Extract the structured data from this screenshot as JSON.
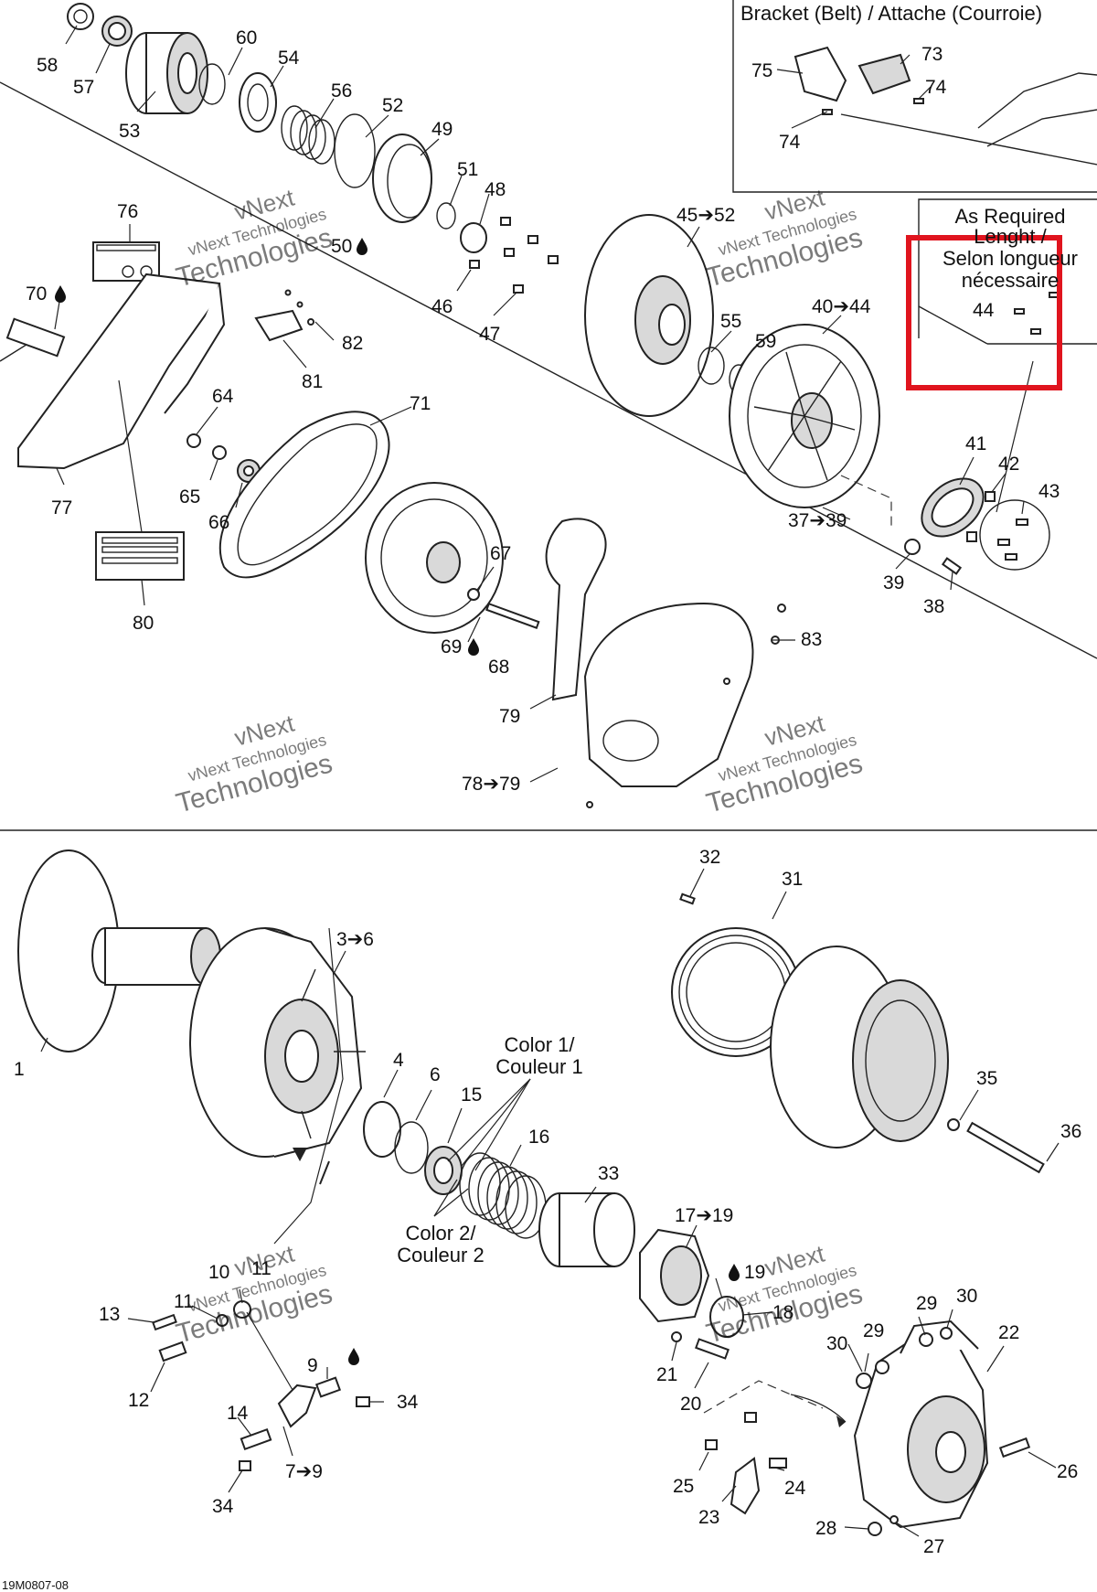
{
  "insets": {
    "bracket_title": "Bracket (Belt) / Attache (Courroie)",
    "as_required_line1": "As Required",
    "as_required_line2": "Lenght /",
    "as_required_line3": "Selon longueur",
    "as_required_line4": "nécessaire"
  },
  "color_notes": {
    "color1_line1": "Color 1/",
    "color1_line2": "Couleur 1",
    "color2_line1": "Color 2/",
    "color2_line2": "Couleur 2"
  },
  "watermark": {
    "line1": "vNext",
    "line2": "vNext Technologies",
    "line3": "Technologies"
  },
  "figure_code": "19M0807-08",
  "highlight_color": "#e0141e",
  "callouts": {
    "c58": "58",
    "c57": "57",
    "c53": "53",
    "c60": "60",
    "c54": "54",
    "c56": "56",
    "c52": "52",
    "c49": "49",
    "c51": "51",
    "c48": "48",
    "c50": "50",
    "c46": "46",
    "c47": "47",
    "c76": "76",
    "c70": "70",
    "c82": "82",
    "c81": "81",
    "c64": "64",
    "c65": "65",
    "c66": "66",
    "c77": "77",
    "c80": "80",
    "c71": "71",
    "c67": "67",
    "c69": "69",
    "c68": "68",
    "c79": "79",
    "c78_79": "78➔79",
    "c83": "83",
    "c45_52": "45➔52",
    "c55": "55",
    "c59": "59",
    "c40_44": "40➔44",
    "c41": "41",
    "c42": "42",
    "c43": "43",
    "c37_39": "37➔39",
    "c39": "39",
    "c38": "38",
    "c75": "75",
    "c73": "73",
    "c74a": "74",
    "c74b": "74",
    "c44": "44",
    "c1": "1",
    "c3_6": "3➔6",
    "c4": "4",
    "c6": "6",
    "c15": "15",
    "c16": "16",
    "c33": "33",
    "c17_19": "17➔19",
    "c19": "19",
    "c18": "18",
    "c32": "32",
    "c31": "31",
    "c35": "35",
    "c36": "36",
    "c10": "10",
    "c11a": "11",
    "c11b": "11",
    "c13": "13",
    "c12": "12",
    "c9": "9",
    "c34a": "34",
    "c14": "14",
    "c7_9": "7➔9",
    "c34b": "34",
    "c21": "21",
    "c20": "20",
    "c29a": "29",
    "c30a": "30",
    "c22": "22",
    "c29b": "29",
    "c30b": "30",
    "c25": "25",
    "c24": "24",
    "c23": "23",
    "c26": "26",
    "c28": "28",
    "c27": "27"
  }
}
